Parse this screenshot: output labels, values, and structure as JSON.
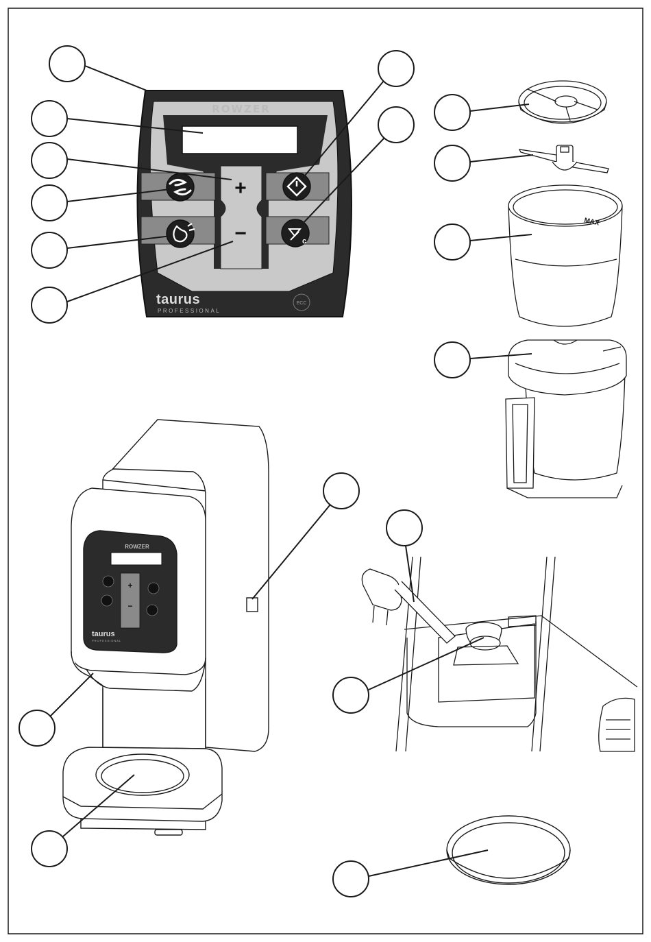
{
  "panel": {
    "brand_name": "ROWZER",
    "maker_logo": "taurus",
    "maker_sub": "PROFESSIONAL",
    "badge": "ECC",
    "buttons": [
      {
        "id": "mix",
        "icon": "swirl-icon"
      },
      {
        "id": "plus",
        "label": "+"
      },
      {
        "id": "start",
        "icon": "start-diamond-icon"
      },
      {
        "id": "heat",
        "icon": "flame-icon"
      },
      {
        "id": "minus",
        "label": "−"
      },
      {
        "id": "cancel",
        "icon": "cancel-c-icon",
        "label": "c"
      }
    ]
  },
  "jar": {
    "max_label": "MAX"
  },
  "machine": {
    "brand_name": "ROWZER",
    "maker_logo": "taurus",
    "maker_sub": "PROFESSIONAL"
  },
  "colors": {
    "panel_dark": "#2b2b2b",
    "panel_mid": "#8a8a8a",
    "panel_light": "#c9c9c9",
    "line": "#1a1a1a"
  }
}
